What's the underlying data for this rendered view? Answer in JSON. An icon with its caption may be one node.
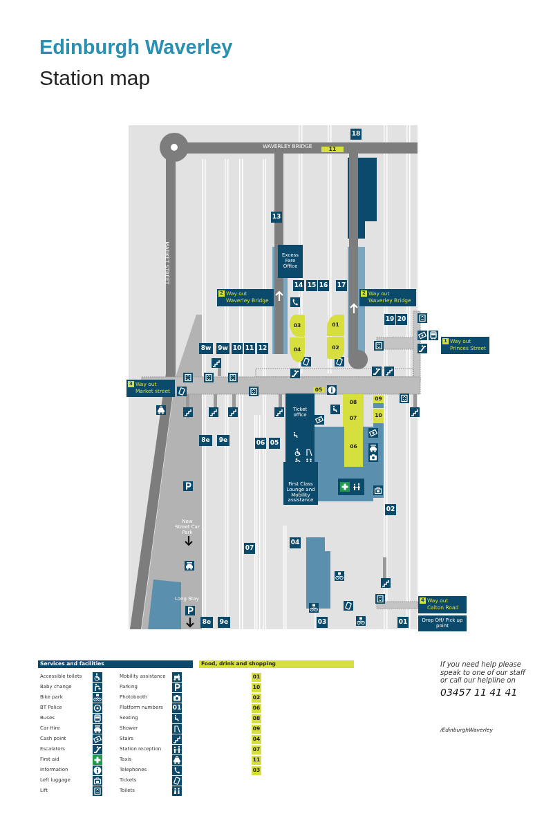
{
  "diagram": {
    "title": "Edinburgh Waverley",
    "nodes": [
      {
        "text": [
          "18"
        ]
      },
      {
        "text": [
          "13"
        ]
      },
      {
        "text": [
          "14"
        ]
      },
      {
        "text": [
          "15"
        ]
      },
      {
        "text": [
          "16"
        ]
      },
      {
        "text": [
          "17"
        ]
      },
      {
        "text": [
          "19"
        ]
      },
      {
        "text": [
          "20"
        ]
      },
      {
        "text": [
          "8w"
        ]
      },
      {
        "text": [
          "9w"
        ]
      },
      {
        "text": [
          "10"
        ]
      },
      {
        "text": [
          "11"
        ]
      },
      {
        "text": [
          "12"
        ]
      },
      {
        "text": [
          "8e"
        ]
      },
      {
        "text": [
          "9e"
        ]
      },
      {
        "text": [
          "06"
        ]
      },
      {
        "text": [
          "05"
        ]
      },
      {
        "text": [
          "02"
        ]
      },
      {
        "text": [
          "07"
        ]
      },
      {
        "text": [
          "04"
        ]
      },
      {
        "text": [
          "03"
        ]
      },
      {
        "text": [
          "01"
        ]
      },
      {
        "text": [
          "8e"
        ]
      },
      {
        "text": [
          "9e"
        ]
      },
      {
        "text": [
          "11"
        ]
      },
      {
        "text": [
          "03"
        ]
      },
      {
        "text": [
          "04"
        ]
      },
      {
        "text": [
          "01"
        ]
      },
      {
        "text": [
          "02"
        ]
      },
      {
        "text": [
          "05"
        ]
      },
      {
        "text": [
          "08"
        ]
      },
      {
        "text": [
          "07"
        ]
      },
      {
        "text": [
          "06"
        ]
      },
      {
        "text": [
          "09"
        ]
      },
      {
        "text": [
          "10"
        ]
      },
      {
        "text": [
          "2",
          "Way out Waverley Bridge"
        ]
      },
      {
        "text": [
          "2",
          "Way out Waverley Bridge"
        ]
      },
      {
        "text": [
          "1",
          "Way out Princes Street"
        ]
      },
      {
        "text": [
          "3",
          "Way out Market street"
        ]
      },
      {
        "text": [
          "4",
          "Way out Calton Road"
        ]
      },
      {
        "text": [
          "Drop Off/ Pick up point"
        ]
      },
      {
        "text": [
          "Ticket office"
        ]
      },
      {
        "text": [
          "First Class Lounge and Mobility assistance"
        ]
      },
      {
        "text": [
          "Excess Fare Office"
        ]
      },
      {
        "text": [
          "01"
        ]
      }
    ],
    "labels": [
      "Station map",
      "WAVERLEY BRIDGE",
      "MARKET STREET",
      "New Street Car Park",
      "Long Stay",
      "Services and facilities",
      "Accessible toilets",
      "Mobility assistance",
      "Baby change",
      "Parking",
      "Bike park",
      "Photobooth",
      "BT Police",
      "Platform numbers",
      "Buses",
      "Seating",
      "Car Hire",
      "Shower",
      "Cash point",
      "Stairs",
      "Escalators",
      "Station reception",
      "First aid",
      "Taxis",
      "Information",
      "Telephones",
      "Left luggage",
      "Tickets",
      "Lift",
      "Toilets",
      "Food, drink and shopping",
      "01",
      "10",
      "02",
      "06",
      "08",
      "09",
      "04",
      "07",
      "11",
      "03",
      "If you need help please speak to one of our staff or call our helpline on",
      "03457 11 41 41",
      "/EdinburghWaverley"
    ]
  }
}
